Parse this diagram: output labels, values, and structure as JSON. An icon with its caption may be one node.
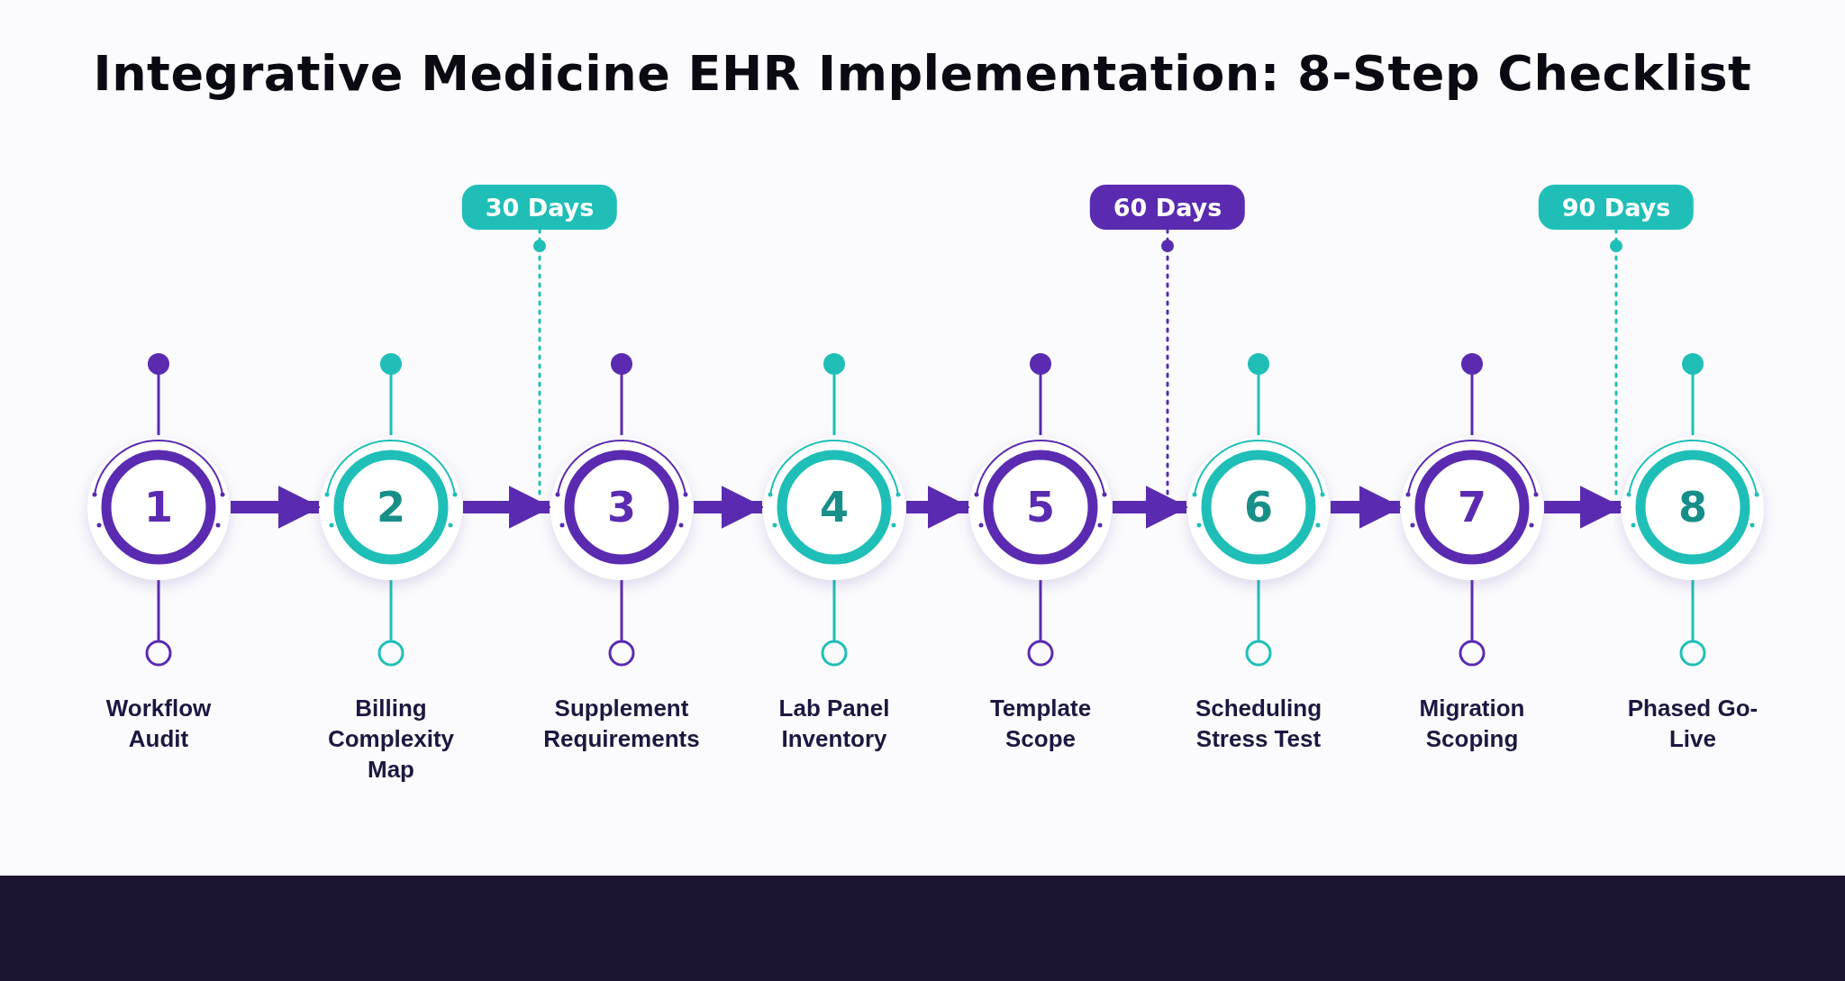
{
  "diagram": {
    "title": "Integrative Medicine EHR Implementation: 8-Step Checklist",
    "nodes": [
      {
        "text": [
          "1"
        ]
      },
      {
        "text": [
          "2"
        ]
      },
      {
        "text": [
          "3"
        ]
      },
      {
        "text": [
          "4"
        ]
      },
      {
        "text": [
          "5"
        ]
      },
      {
        "text": [
          "6"
        ]
      },
      {
        "text": [
          "7"
        ]
      },
      {
        "text": [
          "8"
        ]
      },
      {
        "text": [
          "30 Days"
        ]
      },
      {
        "text": [
          "60 Days"
        ]
      },
      {
        "text": [
          "90 Days"
        ]
      }
    ],
    "edges": [
      {
        "from": 0,
        "to": 1,
        "arrow": "to"
      },
      {
        "from": 1,
        "to": 2,
        "arrow": "to"
      },
      {
        "from": 2,
        "to": 3,
        "arrow": "to"
      },
      {
        "from": 3,
        "to": 4,
        "arrow": "to"
      },
      {
        "from": 4,
        "to": 5,
        "arrow": "to"
      },
      {
        "from": 5,
        "to": 6,
        "arrow": "to"
      },
      {
        "from": 6,
        "to": 7,
        "arrow": "to"
      },
      {
        "from": 8,
        "to": 2,
        "arrow": "none",
        "style": "dashed",
        "color": "#1fbfb8"
      },
      {
        "from": 9,
        "to": 5,
        "arrow": "none",
        "style": "dashed"
      },
      {
        "from": 10,
        "to": 7,
        "arrow": "none",
        "style": "dashed",
        "color": "#1fbfb8"
      }
    ],
    "labels": [
      "Workflow Audit",
      "Billing Complexity Map",
      "Supplement Requirements",
      "Lab Panel Inventory",
      "Template Scope",
      "Scheduling Stress Test",
      "Migration Scoping",
      "Phased Go-Live"
    ]
  }
}
